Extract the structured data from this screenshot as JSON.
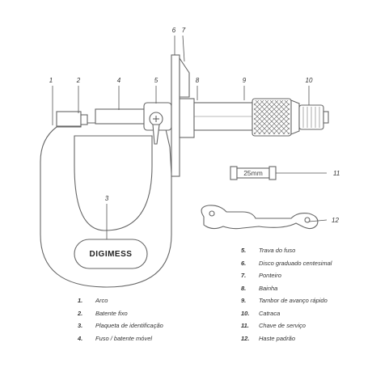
{
  "brand": "DIGIMESS",
  "standard_label": "25mm",
  "callouts": [
    "1",
    "2",
    "3",
    "4",
    "5",
    "6",
    "7",
    "8",
    "9",
    "10",
    "11",
    "12"
  ],
  "legend_left": [
    {
      "num": "1.",
      "text": "Arco"
    },
    {
      "num": "2.",
      "text": "Batente fixo"
    },
    {
      "num": "3.",
      "text": "Plaqueta de identificação"
    },
    {
      "num": "4.",
      "text": "Fuso / batente móvel"
    }
  ],
  "legend_right": [
    {
      "num": "5.",
      "text": "Trava do fuso"
    },
    {
      "num": "6.",
      "text": "Disco graduado centesimal"
    },
    {
      "num": "7.",
      "text": "Ponteiro"
    },
    {
      "num": "8.",
      "text": "Bainha"
    },
    {
      "num": "9.",
      "text": "Tambor de avanço rápido"
    },
    {
      "num": "10.",
      "text": "Catraca"
    },
    {
      "num": "11.",
      "text": "Chave de serviço"
    },
    {
      "num": "12.",
      "text": "Haste padrão"
    }
  ]
}
